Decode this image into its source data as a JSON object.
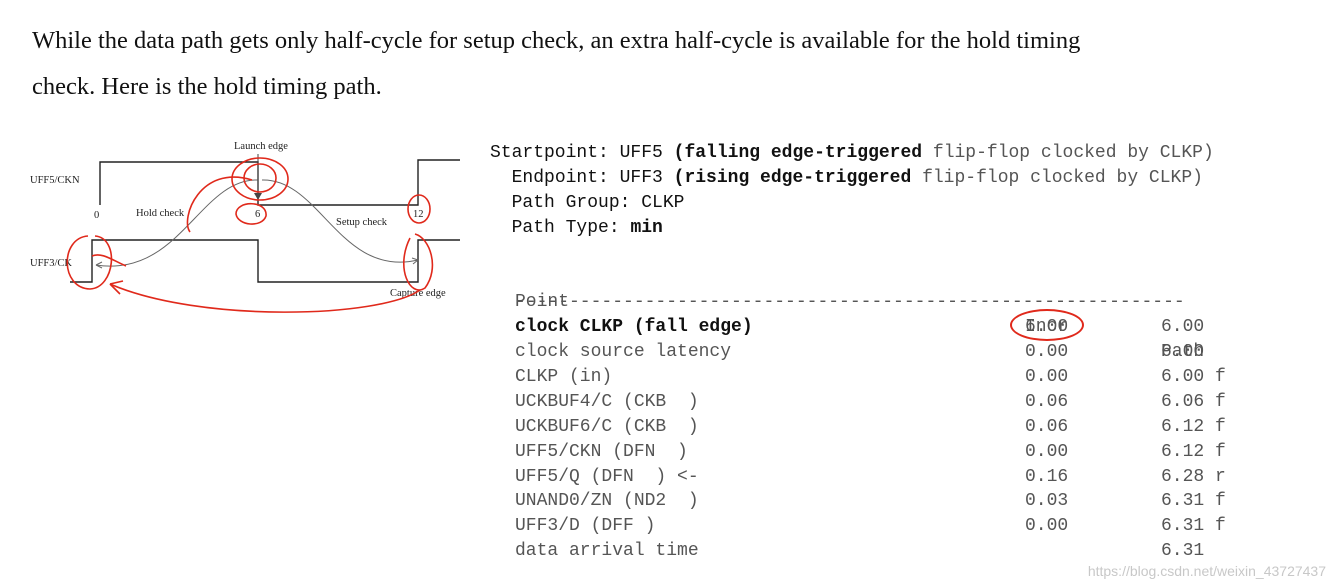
{
  "paragraph": {
    "line1": "While the data path gets only half-cycle for setup check, an extra half-cycle is available for the hold timing",
    "line2": "check. Here is the hold timing path."
  },
  "diagram": {
    "launch_edge": "Launch edge",
    "uff5_ckn": "UFF5/CKN",
    "uff3_ck": "UFF3/CK",
    "t0": "0",
    "t6": "6",
    "t12": "12",
    "hold_check": "Hold check",
    "setup_check": "Setup check",
    "capture_edge": "Capture edge"
  },
  "report": {
    "startpoint_prefix": "Startpoint: UFF5 ",
    "startpoint_bold": "(falling edge-triggered",
    "startpoint_suffix": " flip-flop clocked by CLKP)",
    "endpoint_prefix": "Endpoint: UFF3 ",
    "endpoint_bold": "(rising edge-triggered",
    "endpoint_suffix": " flip-flop clocked by CLKP)",
    "path_group": "Path Group: CLKP",
    "path_type_prefix": "Path Type: ",
    "path_type_value": "min",
    "headers": {
      "point": "Point",
      "incr": "Incr",
      "path": "Path"
    },
    "separator": "--------------------------------------------------------------",
    "rows": [
      {
        "point": "clock CLKP (fall edge)",
        "incr": "6.00",
        "path": "6.00"
      },
      {
        "point": "clock source latency",
        "incr": "0.00",
        "path": "6.00"
      },
      {
        "point": "CLKP (in)",
        "incr": "0.00",
        "path": "6.00 f"
      },
      {
        "point": "UCKBUF4/C (CKB  )",
        "incr": "0.06",
        "path": "6.06 f"
      },
      {
        "point": "UCKBUF6/C (CKB  )",
        "incr": "0.06",
        "path": "6.12 f"
      },
      {
        "point": "UFF5/CKN (DFN  )",
        "incr": "0.00",
        "path": "6.12 f"
      },
      {
        "point": "UFF5/Q (DFN  ) <-",
        "incr": "0.16",
        "path": "6.28 r"
      },
      {
        "point": "UNAND0/ZN (ND2  )",
        "incr": "0.03",
        "path": "6.31 f"
      },
      {
        "point": "UFF3/D (DFF )",
        "incr": "0.00",
        "path": "6.31 f"
      },
      {
        "point": "data arrival time",
        "incr": "",
        "path": "6.31"
      }
    ]
  },
  "watermark": "https://blog.csdn.net/weixin_43727437",
  "colors": {
    "annotation": "#e0291b",
    "text": "#111111",
    "mono_text": "#555555"
  }
}
